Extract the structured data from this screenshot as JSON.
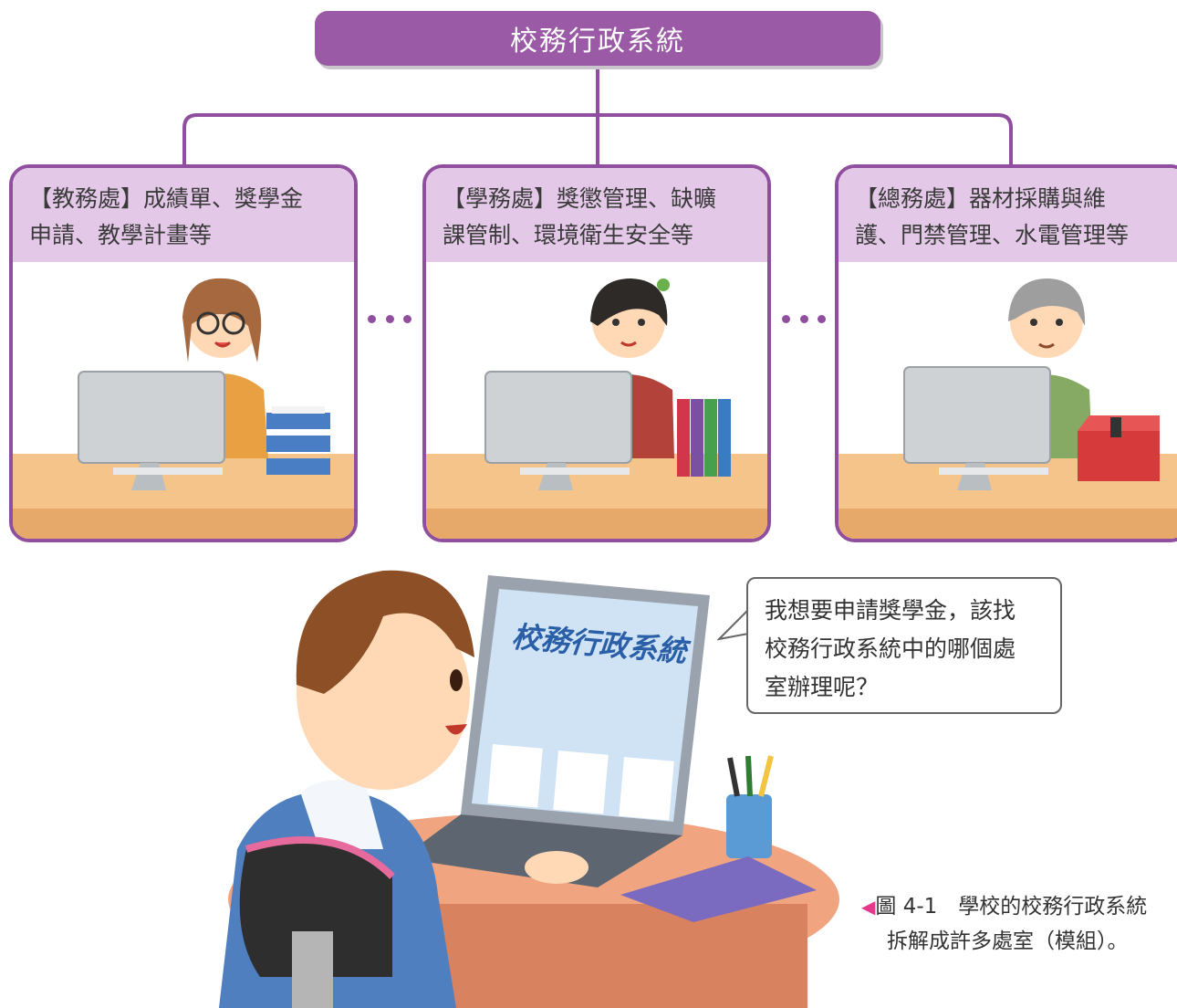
{
  "title": "校務行政系統",
  "offices": [
    {
      "line1": "【教務處】成績單、獎學金",
      "line2": "申請、教學計畫等",
      "icon": "paper-tray-icon"
    },
    {
      "line1": "【學務處】獎懲管理、缺曠",
      "line2": "課管制、環境衛生安全等",
      "icon": "binders-icon"
    },
    {
      "line1": "【總務處】器材採購與維",
      "line2": "護、門禁管理、水電管理等",
      "icon": "toolbox-icon"
    }
  ],
  "speech": {
    "lines": [
      "我想要申請獎學金，該找",
      "校務行政系統中的哪個處",
      "室辦理呢？"
    ]
  },
  "laptop_screen_title": "校務行政系統",
  "caption": {
    "marker": "◀",
    "line1": "圖 4-1　學校的校務行政系統",
    "line2": "拆解成許多處室（模組）。"
  },
  "colors": {
    "purple": "#9a5aa6",
    "purple_dark": "#8f4f9e",
    "header_fill": "#e4c8e8",
    "desk": "#f4c48a",
    "caption_marker": "#e8388c"
  }
}
